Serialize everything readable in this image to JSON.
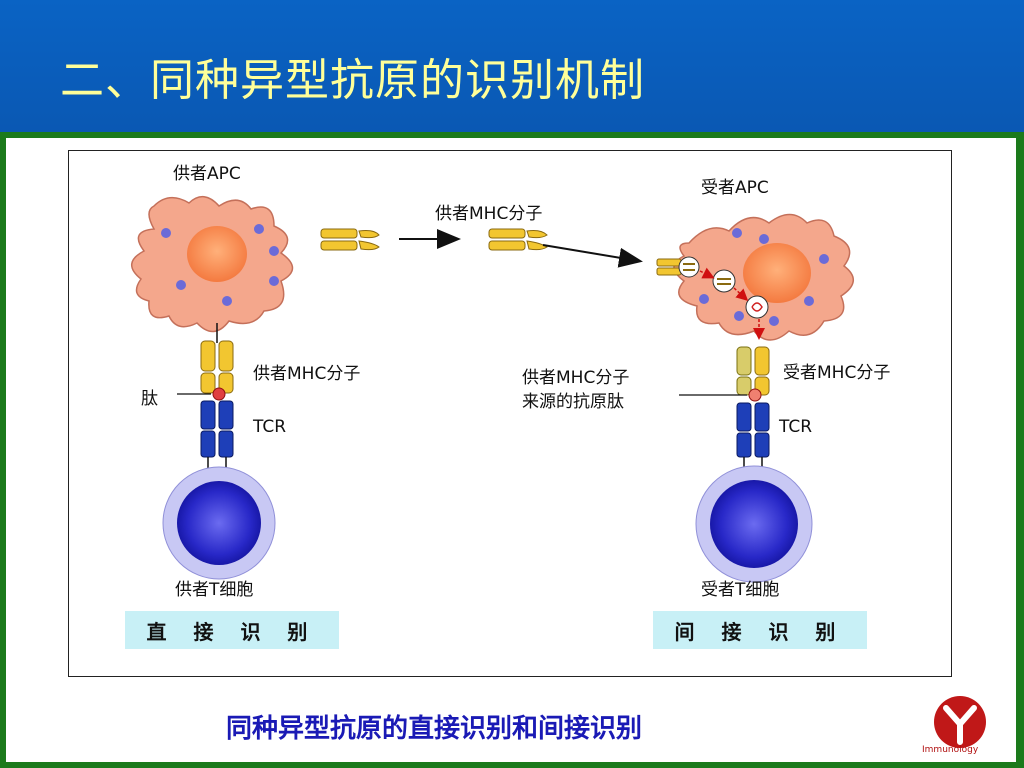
{
  "slide": {
    "title": "二、同种异型抗原的识别机制"
  },
  "left": {
    "apc_label": "供者APC",
    "mhc_label": "供者MHC分子",
    "peptide_label": "肽",
    "tcr_label": "TCR",
    "tcell_label": "供者T细胞",
    "box_label": "直 接 识 别"
  },
  "middle": {
    "mhc_label": "供者MHC分子"
  },
  "right": {
    "apc_label": "受者APC",
    "mhc_label": "受者MHC分子",
    "peptide_label_line1": "供者MHC分子",
    "peptide_label_line2": "来源的抗原肽",
    "tcr_label": "TCR",
    "tcell_label": "受者T细胞",
    "box_label": "间 接 识 别"
  },
  "caption": "同种异型抗原的直接识别和间接识别",
  "logo": {
    "text": "Immunology",
    "color": "#b01010"
  },
  "colors": {
    "title": "#ffff99",
    "caption": "#1a1ab5",
    "apc": "#f4a78c",
    "tcell": "#3b3bd0",
    "tcr": "#1e3fb8",
    "mhc": "#f2c630"
  }
}
